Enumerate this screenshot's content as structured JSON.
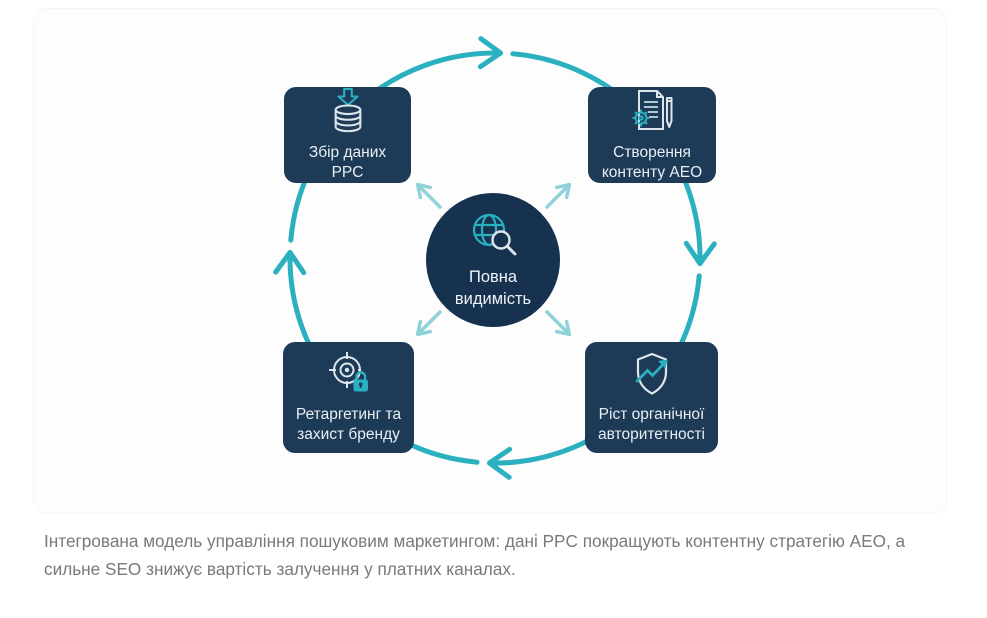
{
  "diagram": {
    "type": "cycle",
    "cycle_direction": "clockwise",
    "center": {
      "label": "Повна видимість",
      "icon": "globe-search-icon"
    },
    "nodes": [
      {
        "id": "ppc-data",
        "position": "top-left",
        "label": "Збір даних PPC",
        "icon": "database-download-icon"
      },
      {
        "id": "aeo-content",
        "position": "top-right",
        "label": "Створення контенту AEO",
        "icon": "document-gear-pen-icon"
      },
      {
        "id": "retargeting",
        "position": "bottom-left",
        "label": "Ретаргетинг та захист бренду",
        "icon": "target-lock-icon"
      },
      {
        "id": "authority",
        "position": "bottom-right",
        "label": "Ріст органічної авторитетності",
        "icon": "shield-growth-icon"
      }
    ],
    "colors": {
      "node_background": "#1d3a57",
      "center_background": "#17324e",
      "cycle_arrow": "#2bb0c0",
      "radiating_arrow": "#8fd2d9",
      "icon_light_stroke": "#dde6ec",
      "label_text": "#e9eff4"
    }
  },
  "caption": "Інтегрована модель управління пошуковим маркетингом: дані PPC покращують контентну стратегію AEO, а сильне SEO знижує вартість залучення у платних каналах."
}
